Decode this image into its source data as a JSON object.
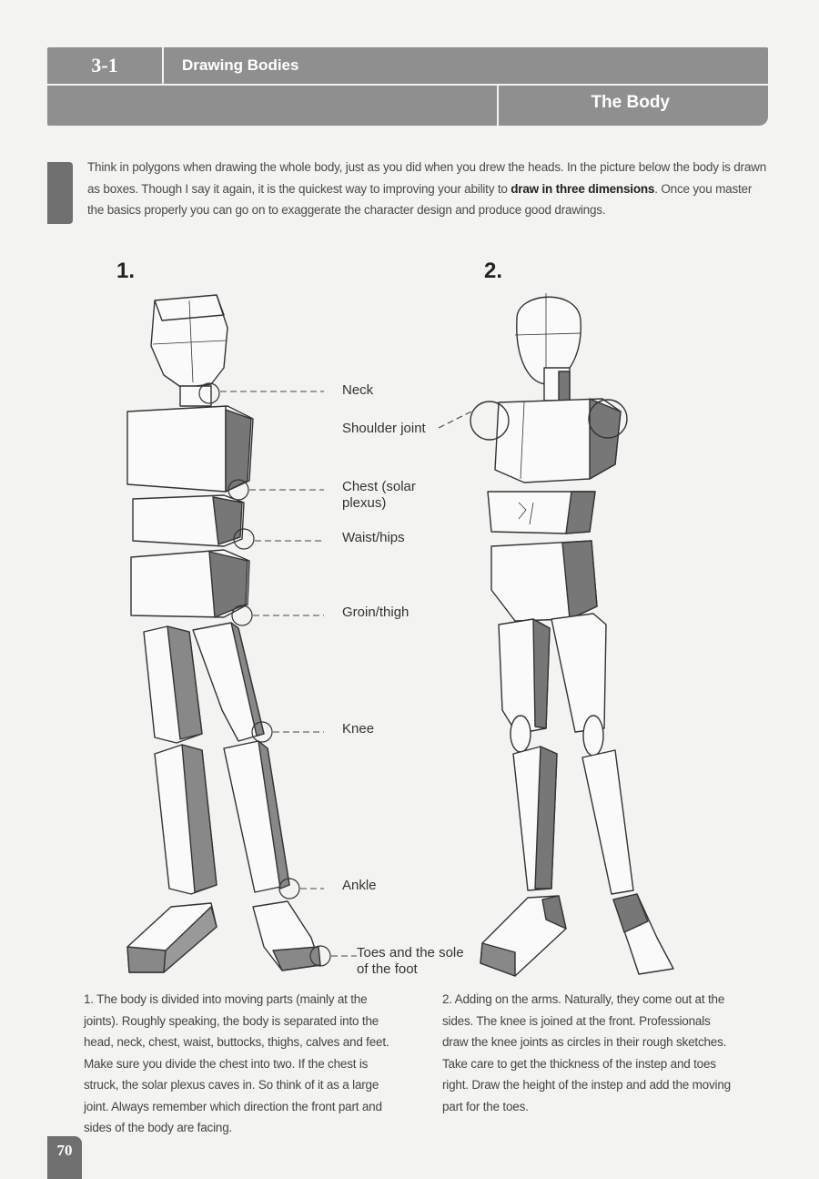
{
  "header": {
    "chapter": "3-1",
    "section": "Drawing Bodies",
    "subtitle": "The Body"
  },
  "intro": {
    "before": "Think in polygons when drawing the whole body, just as you did when you drew the heads. In the picture below the body is drawn as boxes. Though I say it again, it is the quickest way to improving your ability to ",
    "bold": "draw in three dimensions",
    "after": ". Once you master the basics properly you can go on to exaggerate the character design and produce good drawings."
  },
  "figure": {
    "num1": "1.",
    "num2": "2.",
    "labels": {
      "neck": "Neck",
      "shoulder": "Shoulder joint",
      "chest1": "Chest (solar",
      "chest2": "plexus)",
      "waist": "Waist/hips",
      "groin": "Groin/thigh",
      "knee": "Knee",
      "ankle": "Ankle",
      "toes1": "Toes and the sole",
      "toes2": "of the foot"
    }
  },
  "captions": {
    "c1": "1. The body is divided into moving parts (mainly at the joints). Roughly speaking, the body is separated into the head, neck, chest, waist, buttocks, thighs, calves and feet. Make sure you divide the chest into two. If the chest is struck, the solar plexus caves in. So think of it as a large joint. Always remember which direction the front part and sides of the body are facing.",
    "c2": "2. Adding on the arms. Naturally, they come out at the sides. The knee is joined at the front. Professionals draw the knee joints as circles in their rough sketches. Take care to get the thickness of the instep and toes right. Draw the height of the instep and add the moving part for the toes."
  },
  "page_number": "70"
}
